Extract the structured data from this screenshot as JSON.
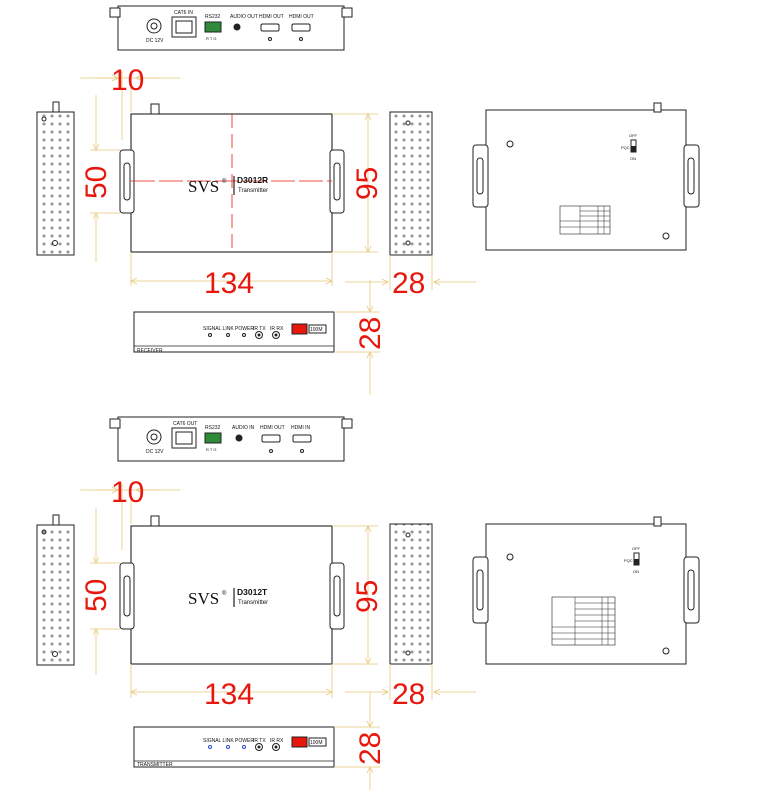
{
  "colors": {
    "dimension": "#e8170d",
    "guide": "#e8c77a",
    "line": "#222222"
  },
  "receiver": {
    "brand": "SVS",
    "reg": "®",
    "model": "D3012R",
    "subtitle": "Transmitter",
    "dims": {
      "gap": "10",
      "ear": "50",
      "height": "95",
      "width": "134",
      "depth": "28",
      "profile": "28"
    },
    "rear_ports": {
      "dc": "DC 12V",
      "cat": "CAT6 IN",
      "rs232": "RS232",
      "rs232_pins": "R T G",
      "audio": "AUDIO OUT",
      "hdmi1": "HDMI OUT",
      "hdmi2": "HDMI OUT"
    },
    "front": {
      "leds": "SIGNAL LINK POWER",
      "ir1": "IR TX",
      "ir2": "IR RX",
      "dip": "100M",
      "name": "RECEIVER"
    },
    "bottom": {
      "dip_off": "OFF",
      "dip_label": "PQC",
      "dip_on": "ON"
    }
  },
  "transmitter": {
    "brand": "SVS",
    "reg": "®",
    "model": "D3012T",
    "subtitle": "Transmitter",
    "dims": {
      "gap": "10",
      "ear": "50",
      "height": "95",
      "width": "134",
      "depth": "28",
      "profile": "28"
    },
    "rear_ports": {
      "dc": "DC 12V",
      "cat": "CAT6 OUT",
      "rs232": "RS232",
      "rs232_pins": "R T G",
      "audio": "AUDIO IN",
      "hdmi1": "HDMI OUT",
      "hdmi2": "HDMI IN"
    },
    "front": {
      "leds": "SIGNAL LINK POWER",
      "ir1": "IR TX",
      "ir2": "IR RX",
      "dip": "100M",
      "name": "TRANSMITTER"
    },
    "bottom": {
      "dip_off": "OFF",
      "dip_label": "PQC",
      "dip_on": "ON"
    }
  }
}
